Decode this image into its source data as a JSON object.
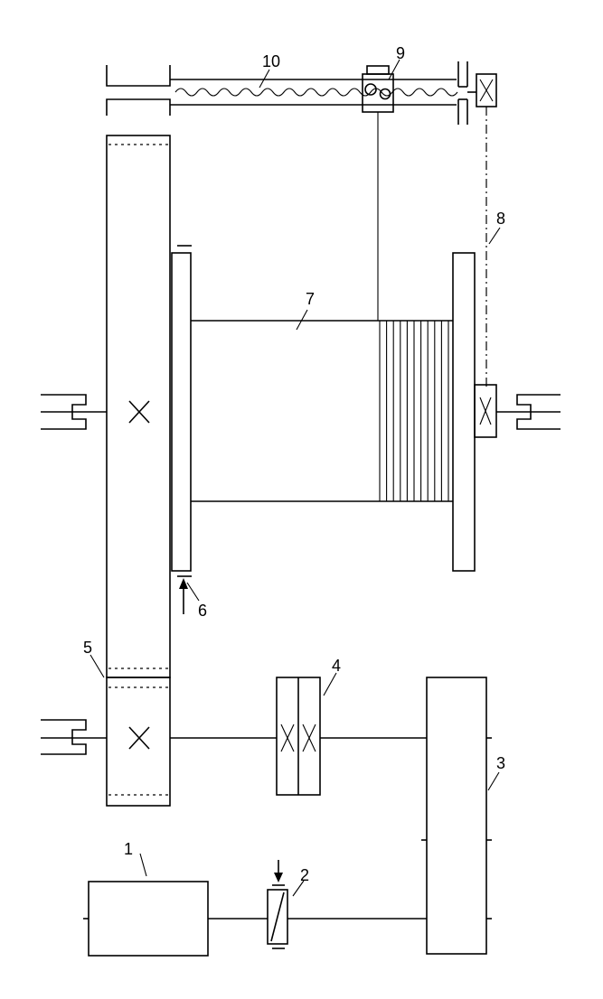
{
  "diagram": {
    "labels": {
      "motor": "1",
      "brake": "2",
      "gearbox": "3",
      "coupling": "4",
      "gear_pair": "5",
      "drum_brake": "6",
      "drum": "7",
      "chain_drive": "8",
      "rope_guide": "9",
      "lead_screw": "10"
    }
  }
}
